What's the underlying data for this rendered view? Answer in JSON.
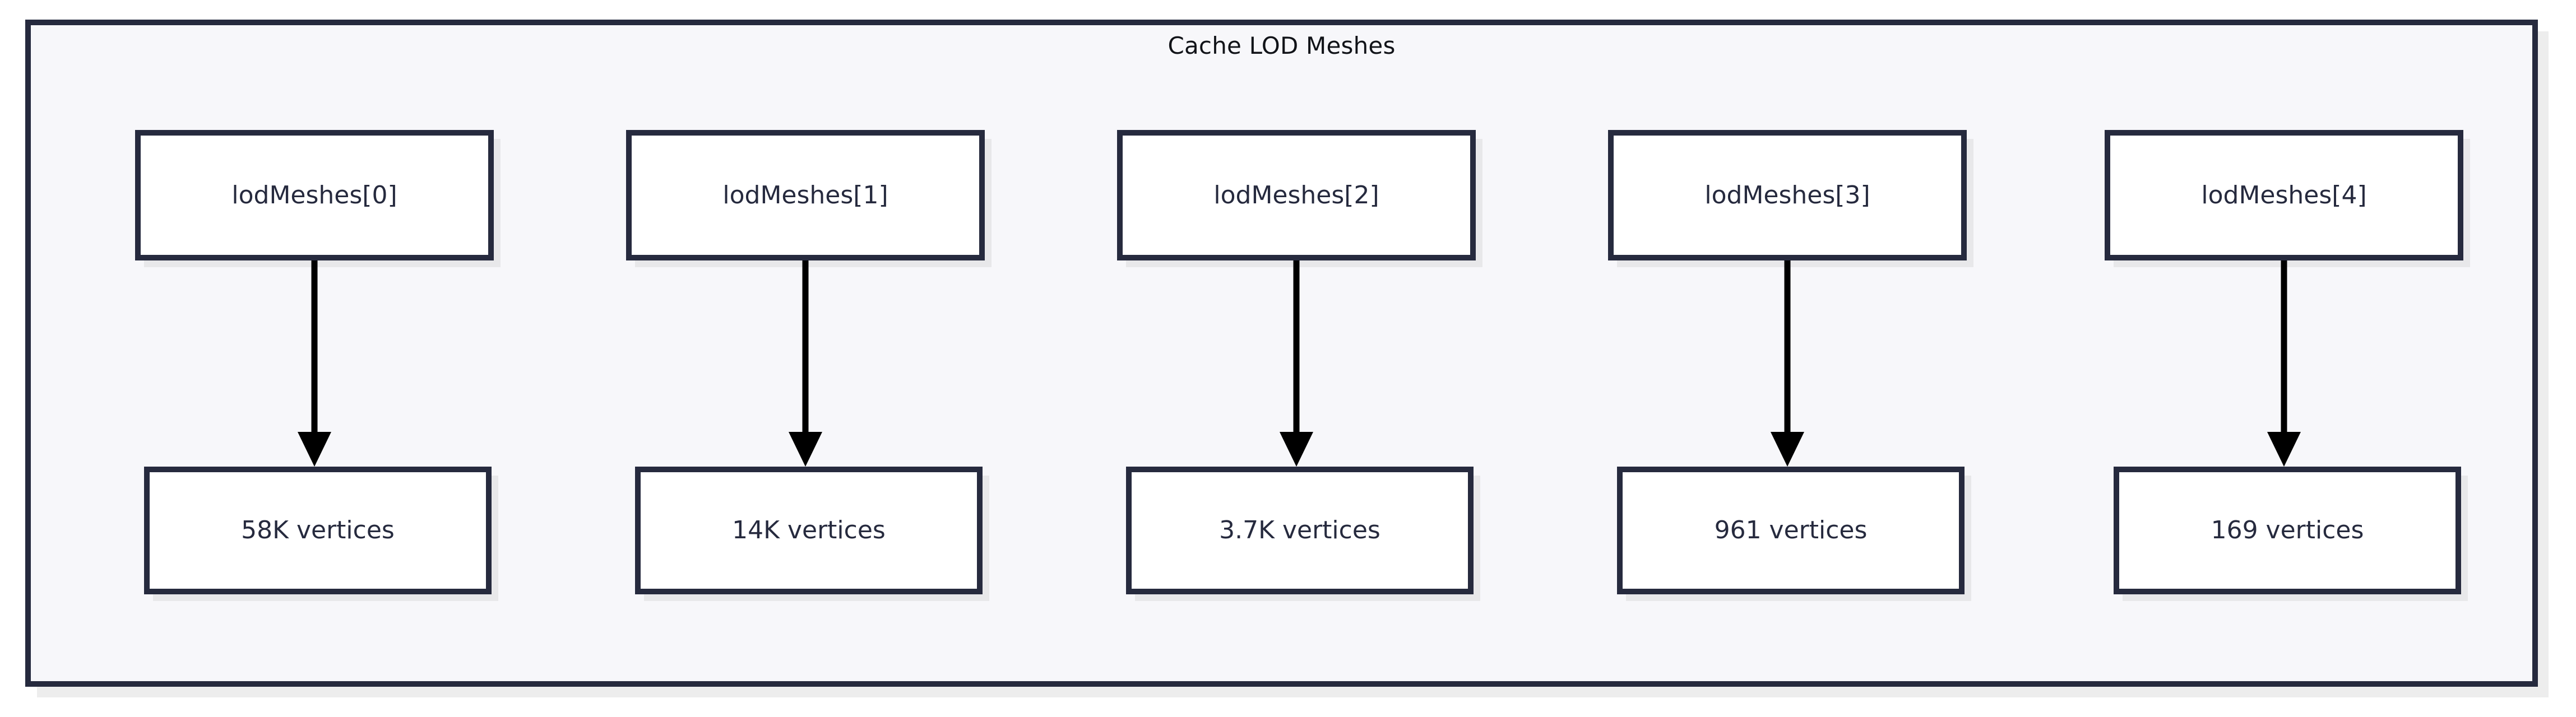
{
  "diagram": {
    "type": "flowchart",
    "title": "Cache LOD Meshes",
    "colors": {
      "container_fill": "#f7f7fa",
      "container_border": "#262a3e",
      "node_fill": "#ffffff",
      "node_border": "#262a3e",
      "node_text": "#262a3e",
      "title_text": "#111318",
      "edge": "#000000",
      "shadow": "#e8e8ea",
      "page_background": "#ffffff"
    },
    "columns": [
      {
        "index": 0,
        "source": {
          "id": "lodMeshes0",
          "label": "lodMeshes[0]"
        },
        "target": {
          "id": "vertices0",
          "label": "58K vertices"
        },
        "edge": {
          "kind": "arrow",
          "direction": "down"
        }
      },
      {
        "index": 1,
        "source": {
          "id": "lodMeshes1",
          "label": "lodMeshes[1]"
        },
        "target": {
          "id": "vertices1",
          "label": "14K vertices"
        },
        "edge": {
          "kind": "arrow",
          "direction": "down"
        }
      },
      {
        "index": 2,
        "source": {
          "id": "lodMeshes2",
          "label": "lodMeshes[2]"
        },
        "target": {
          "id": "vertices2",
          "label": "3.7K vertices"
        },
        "edge": {
          "kind": "arrow",
          "direction": "down"
        }
      },
      {
        "index": 3,
        "source": {
          "id": "lodMeshes3",
          "label": "lodMeshes[3]"
        },
        "target": {
          "id": "vertices3",
          "label": "961 vertices"
        },
        "edge": {
          "kind": "arrow",
          "direction": "down"
        }
      },
      {
        "index": 4,
        "source": {
          "id": "lodMeshes4",
          "label": "lodMeshes[4]"
        },
        "target": {
          "id": "vertices4",
          "label": "169 vertices"
        },
        "edge": {
          "kind": "arrow",
          "direction": "down"
        }
      }
    ]
  }
}
